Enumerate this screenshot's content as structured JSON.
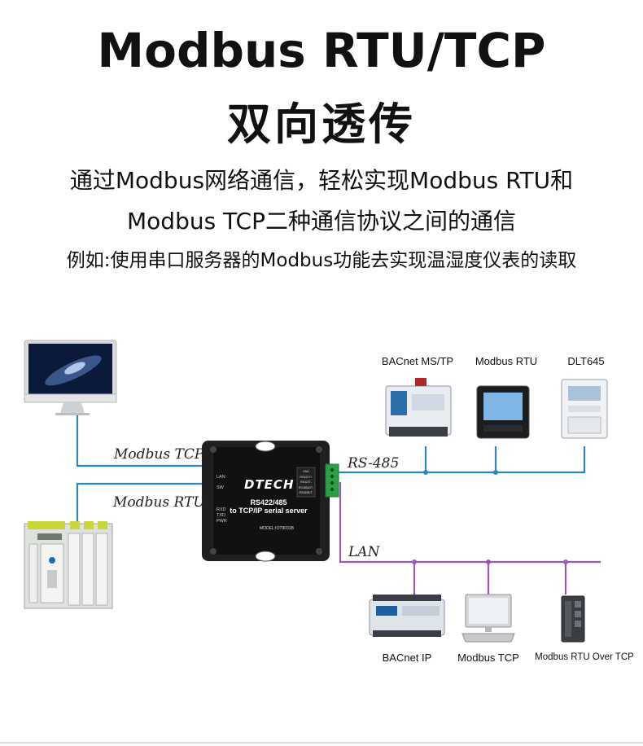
{
  "header": {
    "title": "Modbus RTU/TCP",
    "subtitle": "双向透传",
    "desc_line1": "通过Modbus网络通信，轻松实现Modbus RTU和",
    "desc_line2": "Modbus TCP二种通信协议之间的通信",
    "desc_line3": "例如:使用串口服务器的Modbus功能去实现温湿度仪表的读取"
  },
  "diagram": {
    "left_labels": {
      "tcp": "Modbus TCP",
      "rtu": "Modbus RTU"
    },
    "bus_labels": {
      "rs485": "RS-485",
      "lan": "LAN"
    },
    "device": {
      "brand": "DTECH",
      "model_line1": "RS422/485",
      "model_line2": "to TCP/IP serial server",
      "model_number": "MODEL:IOT9031B",
      "left_leds": [
        "LAN",
        "SW"
      ],
      "status_leds": [
        "RXD",
        "TXD",
        "PWR"
      ],
      "terminal_labels": [
        "GND",
        "RS422T+",
        "RS422T-",
        "RS485A/T+",
        "RS485B/T-"
      ]
    },
    "rs485_devices": [
      "BACnet MS/TP",
      "Modbus RTU",
      "DLT645"
    ],
    "lan_devices": [
      "BACnet IP",
      "Modbus TCP",
      "Modbus RTU Over TCP"
    ],
    "colors": {
      "rs485_line": "#2e86c1",
      "lan_line": "#9b59b6",
      "left_line": "#2e86c1"
    }
  }
}
